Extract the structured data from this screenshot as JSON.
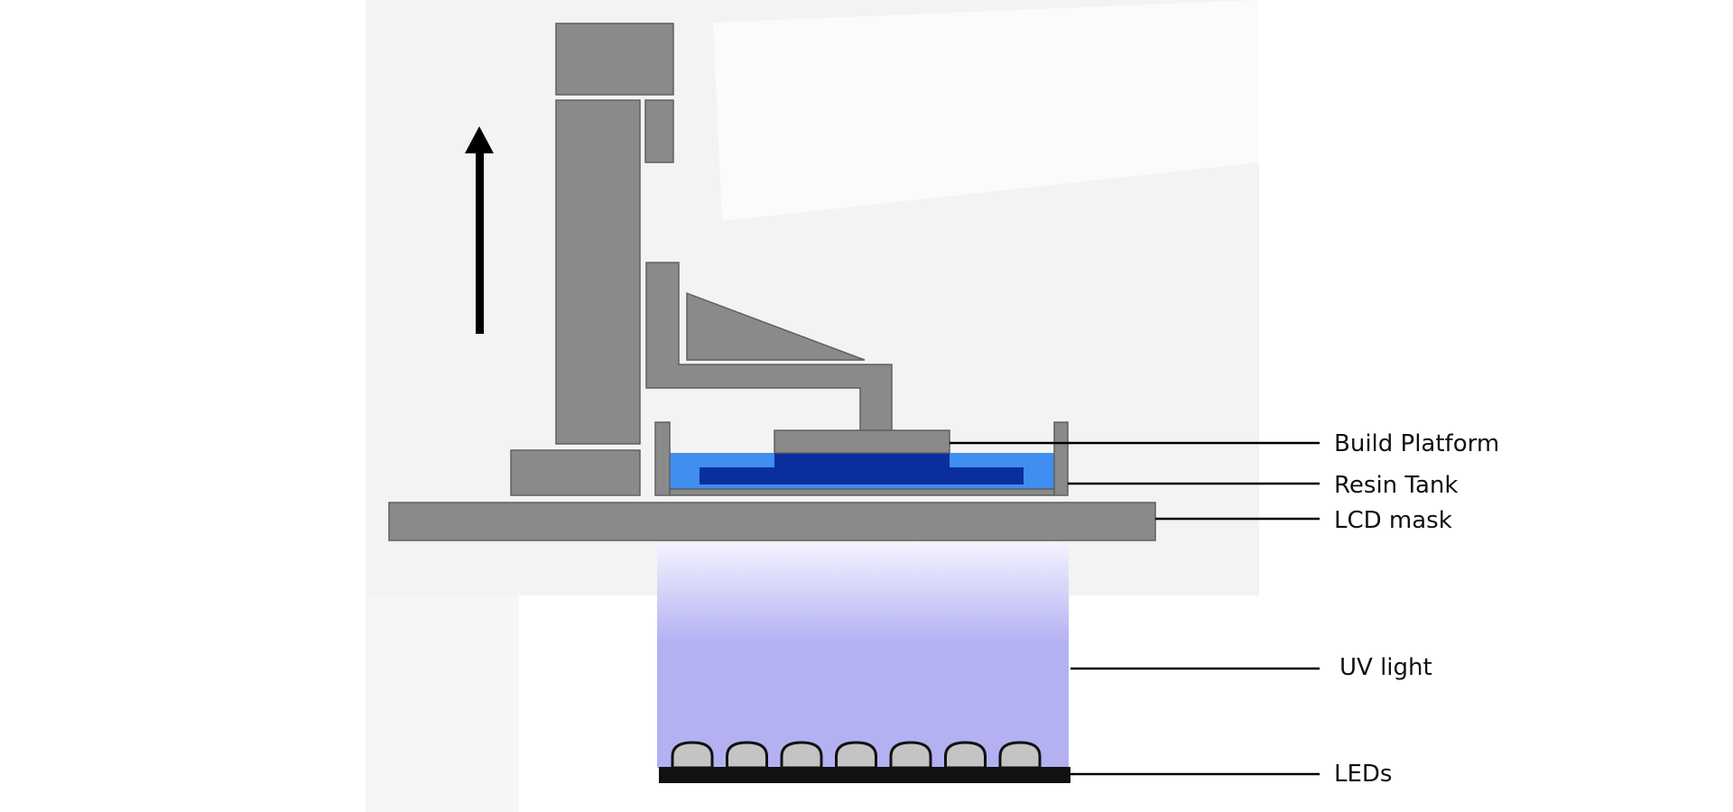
{
  "labels": {
    "build_platform": "Build Platform",
    "resin_tank": "Resin Tank",
    "lcd_mask": "LCD mask",
    "uv_light": "UV light",
    "leds": "LEDs"
  },
  "colors": {
    "frame_gray": "#8a8a8a",
    "frame_outline": "#5f5f5f",
    "resin": "#3f8ef0",
    "cured_layer": "#0a2f9c",
    "uv_top": "#f4f3ff",
    "uv_bottom": "#b3b1f2",
    "led_fill": "#c4c4c4",
    "led_board": "#111111",
    "arrow": "#000000",
    "leader_line": "#000000"
  },
  "icons": {
    "motion_arrow": "arrow-up-icon"
  },
  "led_count": 7
}
